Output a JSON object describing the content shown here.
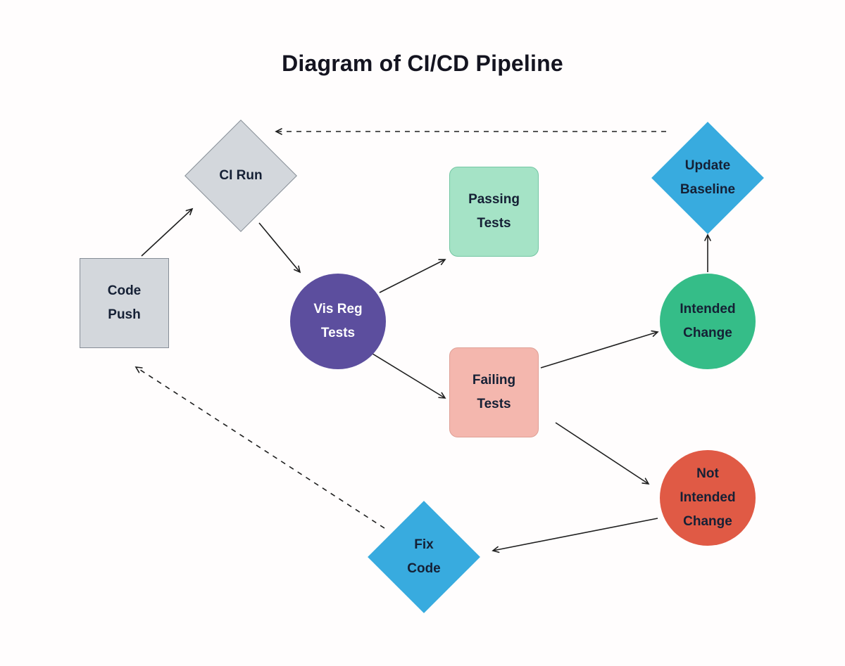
{
  "title": "Diagram of CI/CD Pipeline",
  "canvas": {
    "background": "#fffdfd",
    "edge_color": "#1f1f1f"
  },
  "nodes": {
    "code_push": {
      "label": "Code\nPush",
      "shape": "rectangle",
      "color": "#d3d7dc",
      "text_color": "#152035"
    },
    "ci_run": {
      "label": "CI Run",
      "shape": "diamond",
      "color": "#d3d7dc",
      "text_color": "#152035"
    },
    "vis_reg_tests": {
      "label": "Vis Reg\nTests",
      "shape": "circle",
      "color": "#5c4e9e",
      "text_color": "#ffffff"
    },
    "passing_tests": {
      "label": "Passing\nTests",
      "shape": "rounded-rectangle",
      "color": "#a5e3c6",
      "text_color": "#152035"
    },
    "failing_tests": {
      "label": "Failing\nTests",
      "shape": "rounded-rectangle",
      "color": "#f4b7ae",
      "text_color": "#152035"
    },
    "update_baseline": {
      "label": "Update\nBaseline",
      "shape": "diamond",
      "color": "#38abdf",
      "text_color": "#152035"
    },
    "intended_change": {
      "label": "Intended\nChange",
      "shape": "circle",
      "color": "#35bd88",
      "text_color": "#152035"
    },
    "not_intended_change": {
      "label": "Not\nIntended\nChange",
      "shape": "circle",
      "color": "#e05a45",
      "text_color": "#152035"
    },
    "fix_code": {
      "label": "Fix\nCode",
      "shape": "diamond",
      "color": "#38abdf",
      "text_color": "#152035"
    }
  },
  "edges": [
    {
      "id": "code-push-to-ci-run",
      "from": "code_push",
      "to": "ci_run",
      "style": "solid",
      "points": [
        201,
        364,
        273,
        297
      ]
    },
    {
      "id": "ci-run-to-vis-reg-tests",
      "from": "ci_run",
      "to": "vis_reg_tests",
      "style": "solid",
      "points": [
        368,
        317,
        426,
        387
      ]
    },
    {
      "id": "vis-reg-tests-to-passing-tests",
      "from": "vis_reg_tests",
      "to": "passing_tests",
      "style": "solid",
      "points": [
        539,
        416,
        632,
        369
      ]
    },
    {
      "id": "vis-reg-tests-to-failing-tests",
      "from": "vis_reg_tests",
      "to": "failing_tests",
      "style": "solid",
      "points": [
        529,
        503,
        632,
        566
      ]
    },
    {
      "id": "failing-tests-to-intended-change",
      "from": "failing_tests",
      "to": "intended_change",
      "style": "solid",
      "points": [
        768,
        523,
        934,
        472
      ]
    },
    {
      "id": "failing-tests-to-not-intended-change",
      "from": "failing_tests",
      "to": "not_intended_change",
      "style": "solid",
      "points": [
        789,
        601,
        921,
        688
      ]
    },
    {
      "id": "intended-change-to-update-baseline",
      "from": "intended_change",
      "to": "update_baseline",
      "style": "solid",
      "points": [
        1005,
        387,
        1005,
        334
      ]
    },
    {
      "id": "update-baseline-to-ci-run",
      "from": "update_baseline",
      "to": "ci_run",
      "style": "dashed",
      "points": [
        946,
        187,
        392,
        187
      ]
    },
    {
      "id": "not-intended-change-to-fix-code",
      "from": "not_intended_change",
      "to": "fix_code",
      "style": "solid",
      "points": [
        934,
        737,
        700,
        783
      ]
    },
    {
      "id": "fix-code-to-code-push",
      "from": "fix_code",
      "to": "code_push",
      "style": "dashed",
      "points": [
        546,
        751,
        193,
        522
      ]
    }
  ]
}
